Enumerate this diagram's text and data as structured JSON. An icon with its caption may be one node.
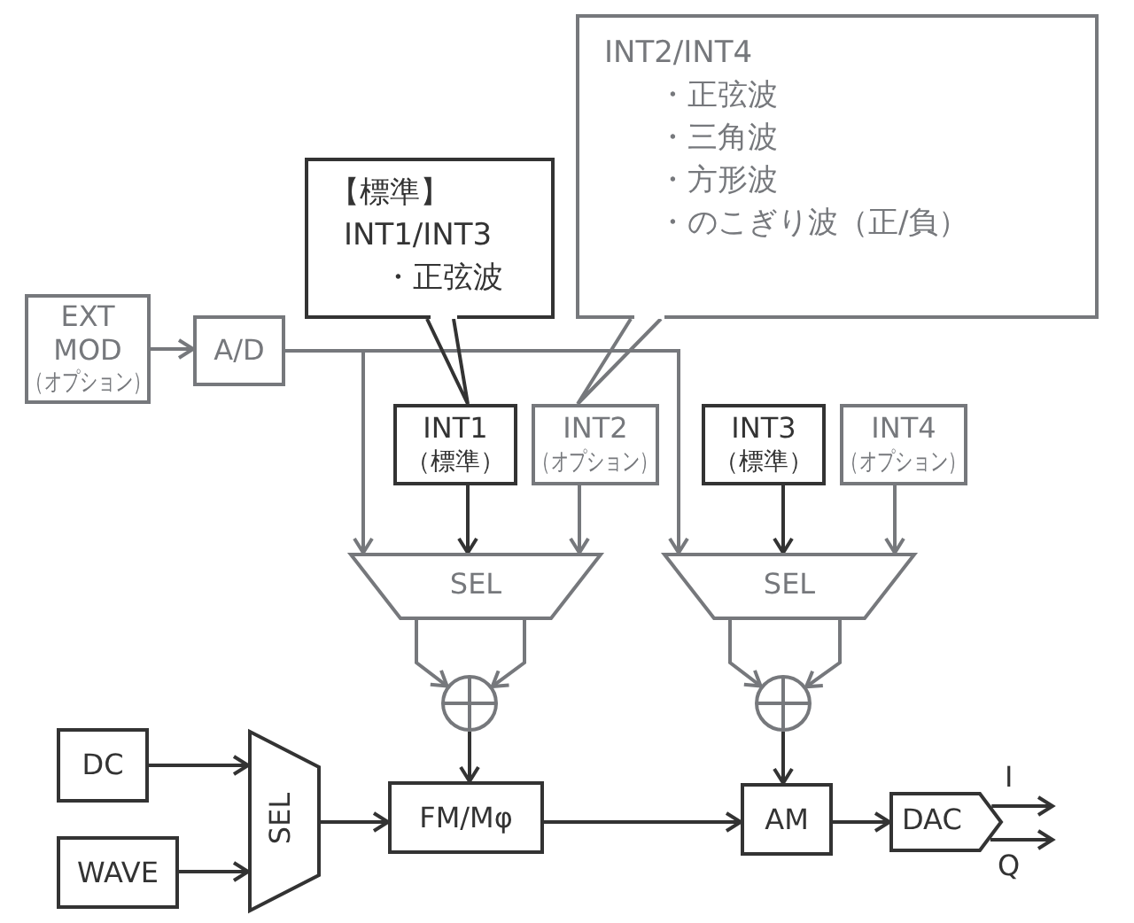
{
  "diagram": {
    "nodes": [
      {
        "text": [
          "【標準】",
          "INT1/INT3",
          "・正弦波"
        ]
      },
      {
        "text": [
          "INT2/INT4",
          "・正弦波",
          "・三角波",
          "・方形波",
          "・のこぎり波（正/負）"
        ]
      },
      {
        "text": [
          "EXT MOD",
          "（オプション）"
        ]
      },
      {
        "text": [
          "A/D"
        ]
      },
      {
        "text": [
          "INT1",
          "（標準）"
        ]
      },
      {
        "text": [
          "INT2",
          "（オプション）"
        ]
      },
      {
        "text": [
          "INT3",
          "（標準）"
        ]
      },
      {
        "text": [
          "INT4",
          "（オプション）"
        ]
      },
      {
        "text": [
          "SEL"
        ]
      },
      {
        "text": [
          "SEL"
        ]
      },
      {
        "text": [],
        "shape": "circle"
      },
      {
        "text": [],
        "shape": "circle"
      },
      {
        "text": [
          "DC"
        ]
      },
      {
        "text": [
          "WAVE"
        ]
      },
      {
        "text": [
          "SEL"
        ]
      },
      {
        "text": [
          "FM/Mφ"
        ]
      },
      {
        "text": [
          "AM"
        ]
      },
      {
        "text": [
          "DAC"
        ]
      }
    ],
    "edges": [
      {
        "from": 2,
        "to": 3,
        "arrow": "to",
        "color": "#76787c"
      },
      {
        "from": 3,
        "to": 8,
        "arrow": "to",
        "color": "#76787c"
      },
      {
        "from": 3,
        "to": 9,
        "arrow": "to",
        "color": "#76787c"
      },
      {
        "from": 4,
        "to": 8,
        "arrow": "to"
      },
      {
        "from": 5,
        "to": 8,
        "arrow": "to",
        "color": "#76787c"
      },
      {
        "from": 6,
        "to": 9,
        "arrow": "to"
      },
      {
        "from": 7,
        "to": 9,
        "arrow": "to",
        "color": "#76787c"
      },
      {
        "from": 8,
        "to": 10,
        "arrow": "to",
        "color": "#76787c"
      },
      {
        "from": 8,
        "to": 10,
        "arrow": "to",
        "color": "#76787c"
      },
      {
        "from": 9,
        "to": 11,
        "arrow": "to",
        "color": "#76787c"
      },
      {
        "from": 9,
        "to": 11,
        "arrow": "to",
        "color": "#76787c"
      },
      {
        "from": 10,
        "to": 15,
        "arrow": "to"
      },
      {
        "from": 11,
        "to": 16,
        "arrow": "to"
      },
      {
        "from": 12,
        "to": 14,
        "arrow": "to"
      },
      {
        "from": 13,
        "to": 14,
        "arrow": "to"
      },
      {
        "from": 14,
        "to": 15,
        "arrow": "to"
      },
      {
        "from": 15,
        "to": 16,
        "arrow": "to"
      },
      {
        "from": 16,
        "to": 17,
        "arrow": "to"
      },
      {
        "from": 17,
        "to": null,
        "arrow": "to",
        "label": "I"
      },
      {
        "from": 17,
        "to": null,
        "arrow": "to",
        "label": "Q"
      },
      {
        "from": 0,
        "to": 4,
        "arrow": "none"
      },
      {
        "from": 1,
        "to": 5,
        "arrow": "none",
        "color": "#76787c"
      }
    ]
  }
}
